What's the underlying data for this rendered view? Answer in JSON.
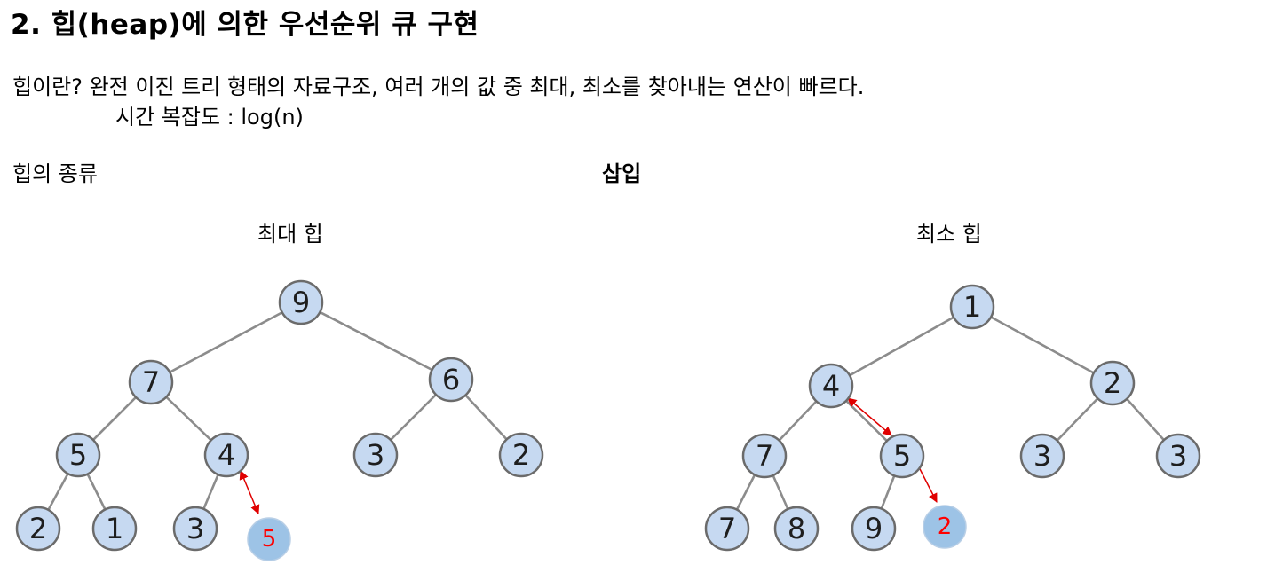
{
  "heading": {
    "title": "2. 힙(heap)에 의한 우선순위 큐 구현"
  },
  "body": {
    "intro": "힙이란? 완전 이진 트리 형태의 자료구조, 여러 개의 값 중 최대, 최소를 찾아내는 연산이 빠르다.",
    "complexity": "시간 복잡도 : log(n)",
    "types_label": "힙의 종류",
    "insert_label": "삽입"
  },
  "trees": {
    "max_heap": {
      "caption": "최대 힙",
      "nodes": [
        "9",
        "7",
        "6",
        "5",
        "4",
        "3",
        "2",
        "2",
        "1",
        "3"
      ],
      "inserted": "5"
    },
    "min_heap": {
      "caption": "최소 힙",
      "nodes": [
        "1",
        "4",
        "2",
        "7",
        "5",
        "3",
        "3",
        "7",
        "8",
        "9"
      ],
      "inserted": "2"
    }
  },
  "colors": {
    "node_fill": "#c6d9f1",
    "node_border": "#6b6b6b",
    "inserted_fill": "#9dc3e6",
    "arrow": "#e00000",
    "inserted_text": "#ff0000"
  }
}
